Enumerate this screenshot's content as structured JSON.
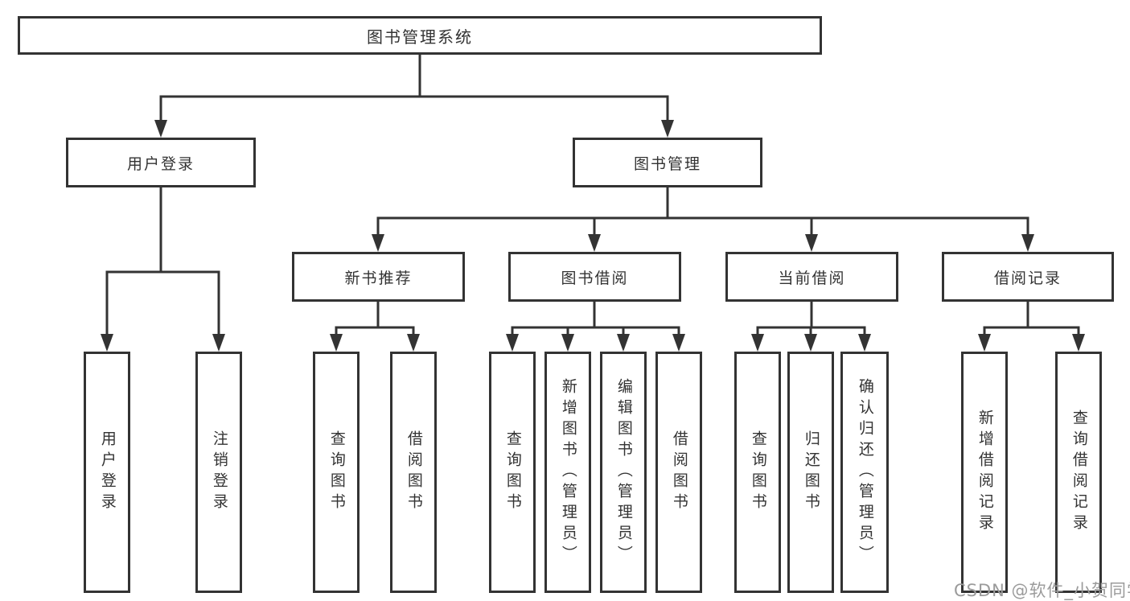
{
  "root_label": "图书管理系统",
  "branches": [
    {
      "label": "用户登录",
      "children": [
        "用户登录",
        "注销登录"
      ]
    },
    {
      "label": "图书管理",
      "groups": [
        {
          "label": "新书推荐",
          "children": [
            "查询图书",
            "借阅图书"
          ]
        },
        {
          "label": "图书借阅",
          "children": [
            "查询图书",
            "新增图书（管理员）",
            "编辑图书（管理员）",
            "借阅图书"
          ]
        },
        {
          "label": "当前借阅",
          "children": [
            "查询图书",
            "归还图书",
            "确认归还（管理员）"
          ]
        },
        {
          "label": "借阅记录",
          "children": [
            "新增借阅记录",
            "查询借阅记录"
          ]
        }
      ]
    }
  ],
  "watermark": "CSDN @软件_小贺同学",
  "colors": {
    "line": "#333333",
    "text": "#333333",
    "watermark": "#9b9b9b",
    "background": "#ffffff"
  }
}
